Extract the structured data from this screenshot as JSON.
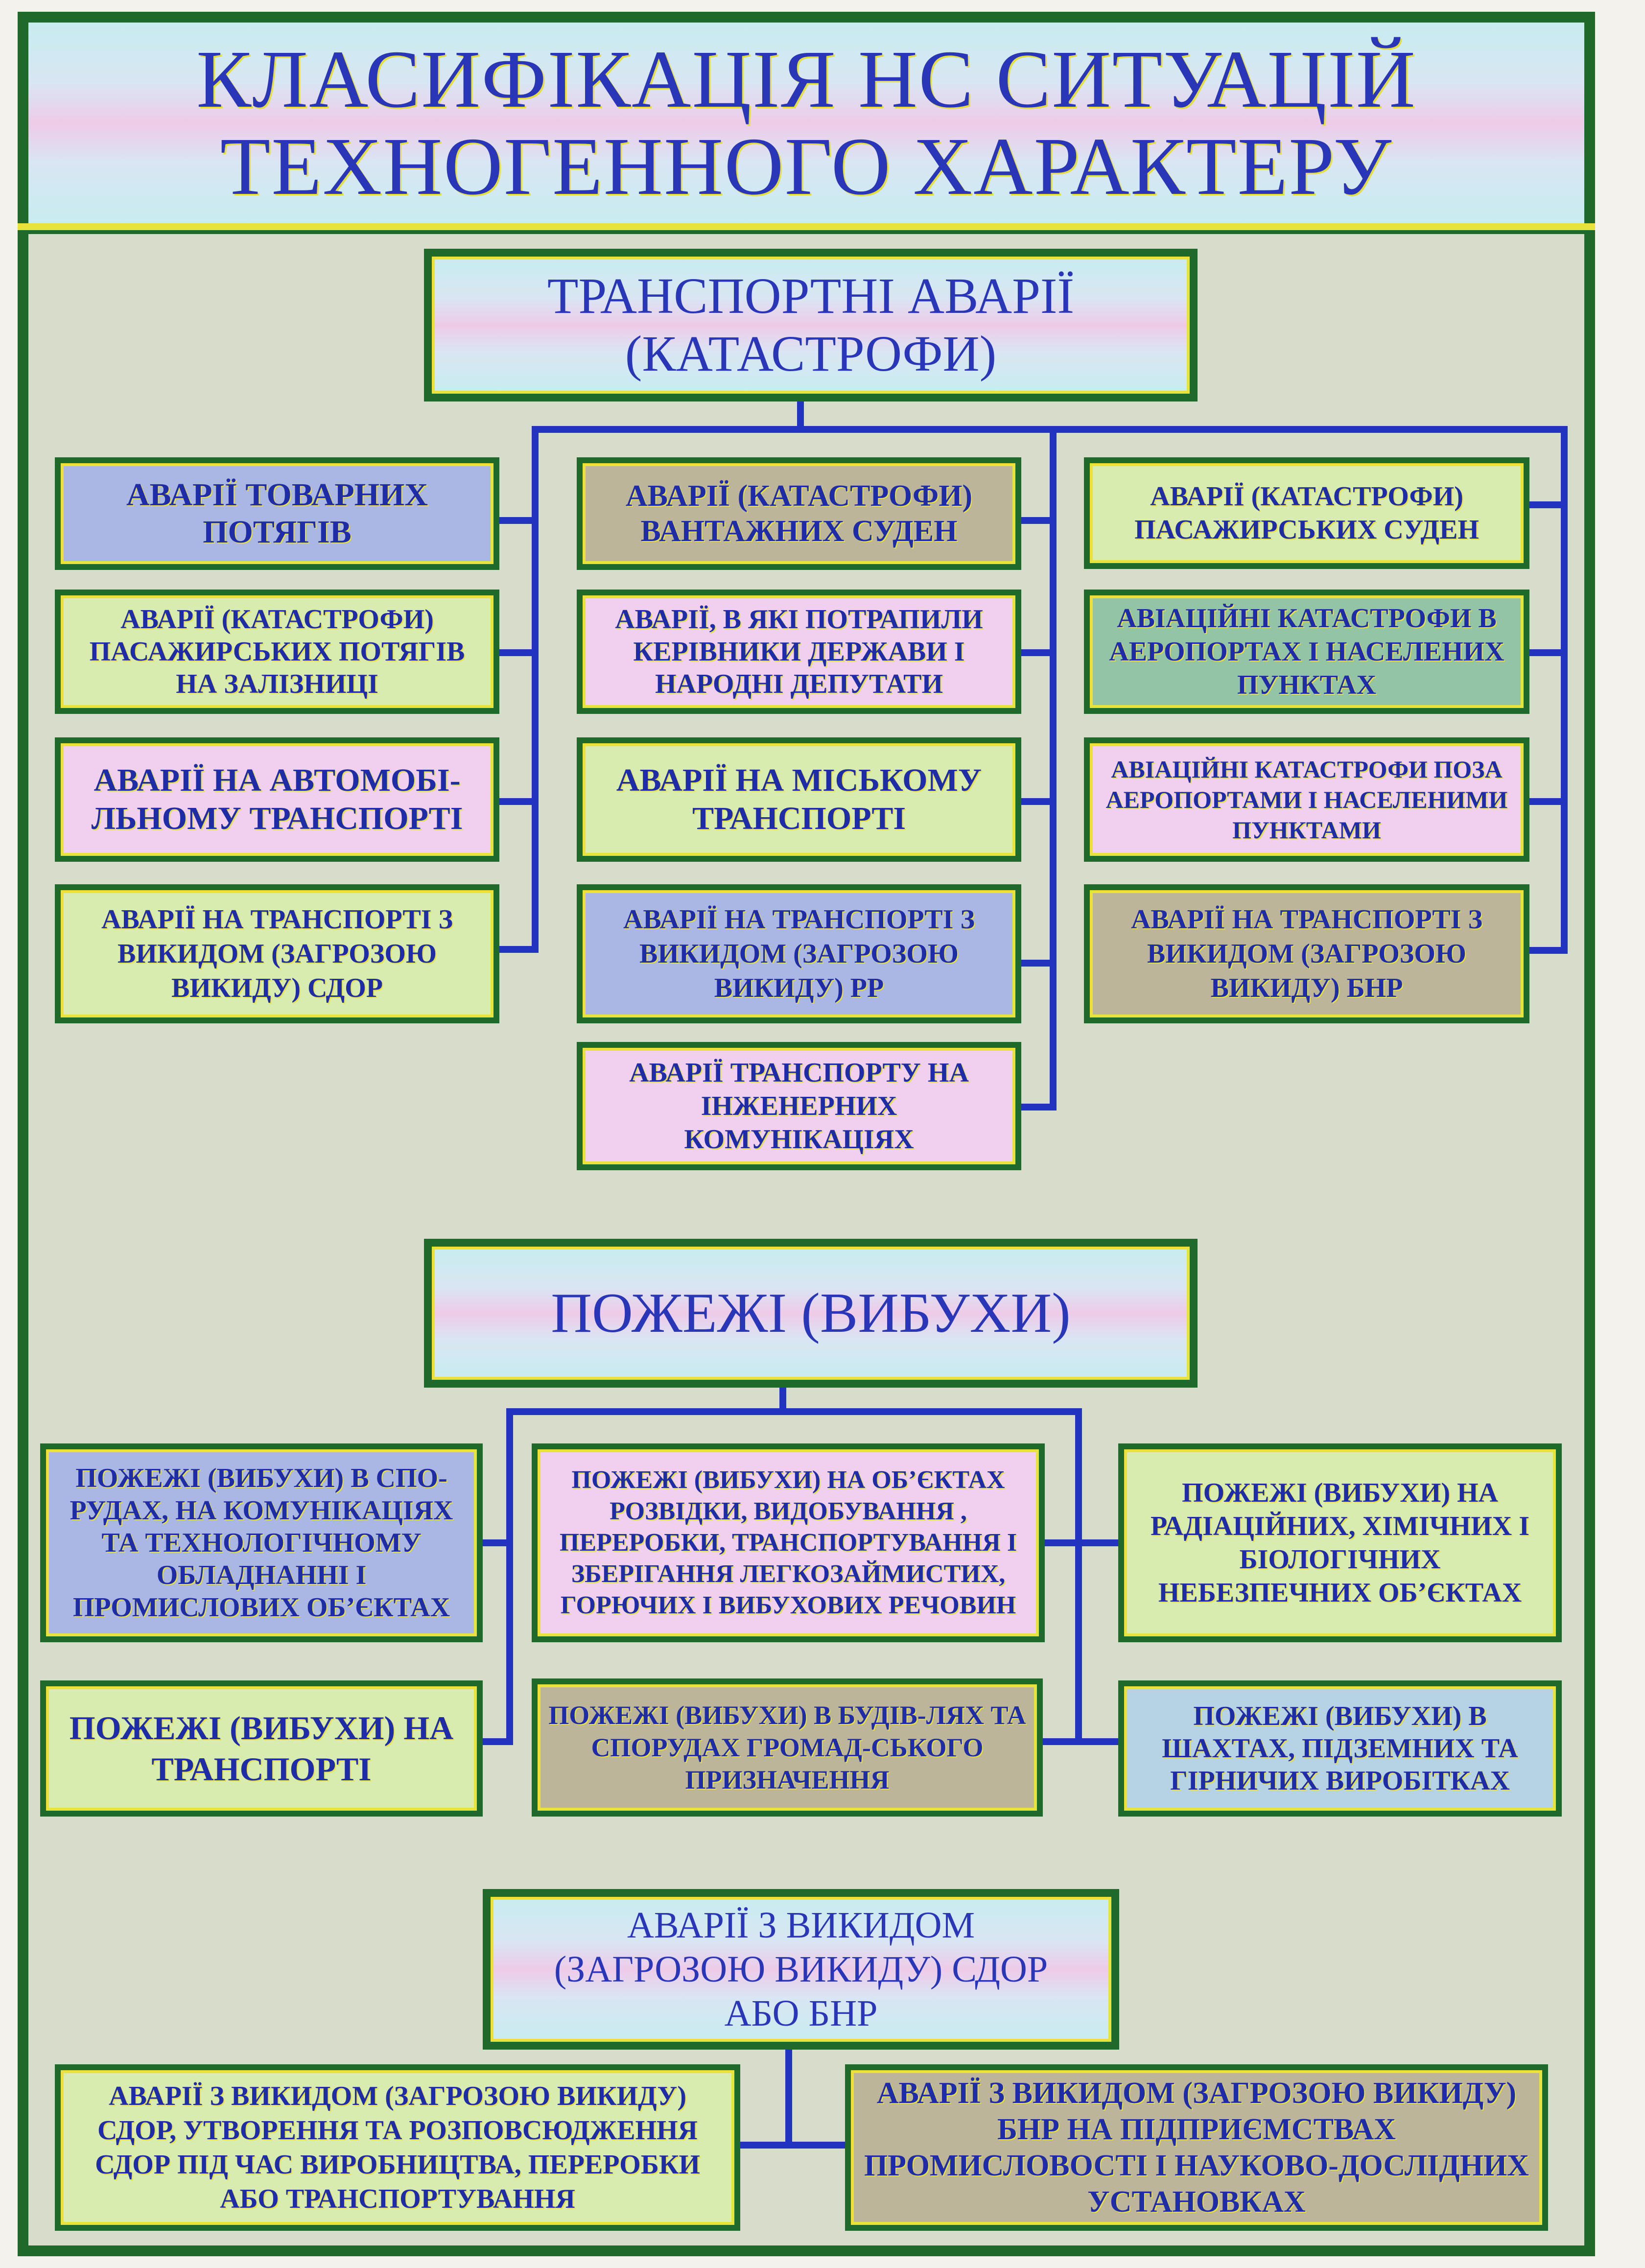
{
  "title": "КЛАСИФІКАЦІЯ НС СИТУАЦІЙ ТЕХНОГЕННОГО ХАРАКТЕРУ",
  "title_lines": [
    "КЛАСИФІКАЦІЯ НС СИТУАЦІЙ",
    "ТЕХНОГЕННОГО ХАРАКТЕРУ"
  ],
  "colors": {
    "border": "#1f6a2a",
    "accent_yellow": "#e8e23a",
    "text_blue": "#2a36b8",
    "connector": "#2233c0",
    "background": "#d8dccb"
  },
  "transport": {
    "heading_lines": [
      "ТРАНСПОРТНІ АВАРІЇ",
      "(КАТАСТРОФИ)"
    ],
    "left": [
      {
        "text": "АВАРІЇ ТОВАРНИХ ПОТЯГІВ",
        "color": "#aab6e4"
      },
      {
        "text": "АВАРІЇ (КАТАСТРОФИ) ПАСАЖИРСЬКИХ ПОТЯГІВ НА ЗАЛІЗНИЦІ",
        "color": "#d9ecb0"
      },
      {
        "text": "АВАРІЇ НА АВТОМОБІ-ЛЬНОМУ ТРАНСПОРТІ",
        "color": "#f0d0ee"
      },
      {
        "text": "АВАРІЇ НА ТРАНСПОРТІ З ВИКИДОМ (ЗАГРОЗОЮ ВИКИДУ) СДОР",
        "color": "#d9ecb0"
      }
    ],
    "middle": [
      {
        "text": "АВАРІЇ (КАТАСТРОФИ) ВАНТАЖНИХ СУДЕН",
        "color": "#bdb59a"
      },
      {
        "text": "АВАРІЇ, В ЯКІ ПОТРАПИЛИ КЕРІВНИКИ ДЕРЖАВИ І НАРОДНІ ДЕПУТАТИ",
        "color": "#f0d0ee"
      },
      {
        "text": "АВАРІЇ НА МІСЬКОМУ ТРАНСПОРТІ",
        "color": "#d9ecb0"
      },
      {
        "text": "АВАРІЇ НА ТРАНСПОРТІ З ВИКИДОМ (ЗАГРОЗОЮ ВИКИДУ) РР",
        "color": "#aab6e4"
      },
      {
        "text": "АВАРІЇ ТРАНСПОРТУ НА ІНЖЕНЕРНИХ КОМУНІКАЦІЯХ",
        "color": "#f0d0ee"
      }
    ],
    "right": [
      {
        "text": "АВАРІЇ (КАТАСТРОФИ) ПАСАЖИРСЬКИХ СУДЕН",
        "color": "#d9ecb0"
      },
      {
        "text": "АВІАЦІЙНІ КАТАСТРОФИ В АЕРОПОРТАХ І НАСЕЛЕНИХ ПУНКТАХ",
        "color": "#93c4a6"
      },
      {
        "text": "АВІАЦІЙНІ КАТАСТРОФИ ПОЗА АЕРОПОРТАМИ І НАСЕЛЕНИМИ ПУНКТАМИ",
        "color": "#f0d0ee"
      },
      {
        "text": "АВАРІЇ НА ТРАНСПОРТІ З ВИКИДОМ (ЗАГРОЗОЮ ВИКИДУ) БНР",
        "color": "#bdb59a"
      }
    ]
  },
  "fires": {
    "heading": "ПОЖЕЖІ (ВИБУХИ)",
    "items": [
      {
        "text": "ПОЖЕЖІ (ВИБУХИ) В СПО-РУДАХ, НА КОМУНІКАЦІЯХ ТА ТЕХНОЛОГІЧНОМУ ОБЛАДНАННІ І ПРОМИСЛОВИХ ОБ’ЄКТАХ",
        "color": "#aab6e4"
      },
      {
        "text": "ПОЖЕЖІ (ВИБУХИ) НА ОБ’ЄКТАХ РОЗВІДКИ, ВИДОБУВАННЯ , ПЕРЕРОБКИ, ТРАНСПОРТУВАННЯ І ЗБЕРІГАННЯ ЛЕГКОЗАЙМИСТИХ, ГОРЮЧИХ І ВИБУХОВИХ РЕЧОВИН",
        "color": "#f0d0ee"
      },
      {
        "text": "ПОЖЕЖІ (ВИБУХИ) НА РАДІАЦІЙНИХ, ХІМІЧНИХ І БІОЛОГІЧНИХ НЕБЕЗПЕЧНИХ ОБ’ЄКТАХ",
        "color": "#d9ecb0"
      },
      {
        "text": "ПОЖЕЖІ (ВИБУХИ) НА ТРАНСПОРТІ",
        "color": "#d9ecb0"
      },
      {
        "text": "ПОЖЕЖІ (ВИБУХИ) В БУДІВ-ЛЯХ ТА СПОРУДАХ ГРОМАД-СЬКОГО ПРИЗНАЧЕННЯ",
        "color": "#bdb59a"
      },
      {
        "text": "ПОЖЕЖІ (ВИБУХИ) В ШАХТАХ, ПІДЗЕМНИХ ТА ГІРНИЧИХ ВИРОБІТКАХ",
        "color": "#b6d3e6"
      }
    ]
  },
  "emissions": {
    "heading_lines": [
      "АВАРІЇ З ВИКИДОМ",
      "(ЗАГРОЗОЮ ВИКИДУ) СДОР",
      "АБО БНР"
    ],
    "left": {
      "text": "АВАРІЇ З ВИКИДОМ (ЗАГРОЗОЮ ВИКИДУ) СДОР, УТВОРЕННЯ ТА РОЗПОВСЮДЖЕННЯ СДОР ПІД ЧАС ВИРОБНИЦТВА, ПЕРЕРОБКИ АБО ТРАНСПОРТУВАННЯ",
      "color": "#d9ecb0"
    },
    "right": {
      "text": "АВАРІЇ З ВИКИДОМ (ЗАГРОЗОЮ ВИКИДУ) БНР НА ПІДПРИЄМСТВАХ ПРОМИСЛОВОСТІ І НАУКОВО-ДОСЛІДНИХ УСТАНОВКАХ",
      "color": "#bdb59a"
    }
  }
}
